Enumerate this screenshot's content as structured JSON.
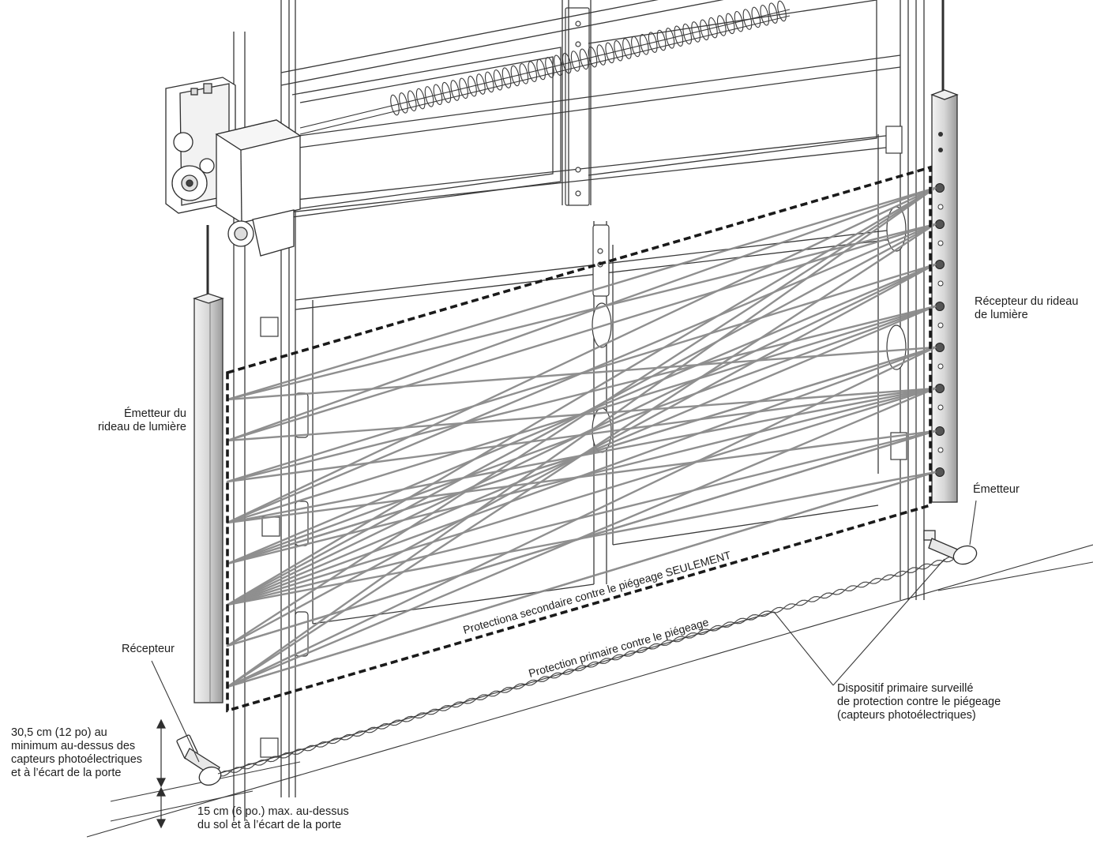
{
  "labels": {
    "emitter_curtain": [
      "Émetteur du",
      "rideau de lumière"
    ],
    "receiver_curtain": [
      "Récepteur du rideau",
      "de lumière"
    ],
    "emitter": "Émetteur",
    "receiver": "Récepteur",
    "secondary_zone": "Protectiona secondaire contre le piégeage SEULEMENT",
    "primary_zone": "Protection primaire contre le piégeage",
    "primary_device": [
      "Dispositif primaire surveillé",
      "de protection contre le piégeage",
      "(capteurs photoélectriques)"
    ],
    "min_height": [
      "30,5 cm (12 po) au",
      "minimum au-dessus des",
      "capteurs photoélectriques",
      "et à l’écart de la porte"
    ],
    "max_height": [
      "15 cm (6 po.) max. au-dessus",
      "du sol et à l’écart de la porte"
    ]
  },
  "colors": {
    "line": "#2a2a2a",
    "beam": "#8a8a8a",
    "dash": "#1a1a1a",
    "fill": "#ffffff",
    "shade": "#cfcfcf"
  }
}
